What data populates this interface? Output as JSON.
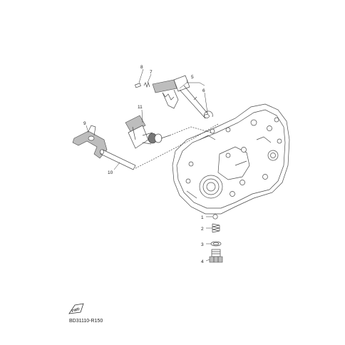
{
  "diagram": {
    "callouts": [
      {
        "id": "c8",
        "label": "8"
      },
      {
        "id": "c7",
        "label": "7"
      },
      {
        "id": "c5",
        "label": "5"
      },
      {
        "id": "c6",
        "label": "6"
      },
      {
        "id": "c11",
        "label": "11"
      },
      {
        "id": "c9",
        "label": "9"
      },
      {
        "id": "c10",
        "label": "10"
      },
      {
        "id": "c1",
        "label": "1"
      },
      {
        "id": "c2",
        "label": "2"
      },
      {
        "id": "c3",
        "label": "3"
      },
      {
        "id": "c4",
        "label": "4"
      }
    ],
    "fwd_badge": "FWD",
    "drawing_code": "BD31110-R150"
  },
  "colors": {
    "ink": "#4a4a4a",
    "shade": "#bdbdbd",
    "background": "#ffffff"
  }
}
